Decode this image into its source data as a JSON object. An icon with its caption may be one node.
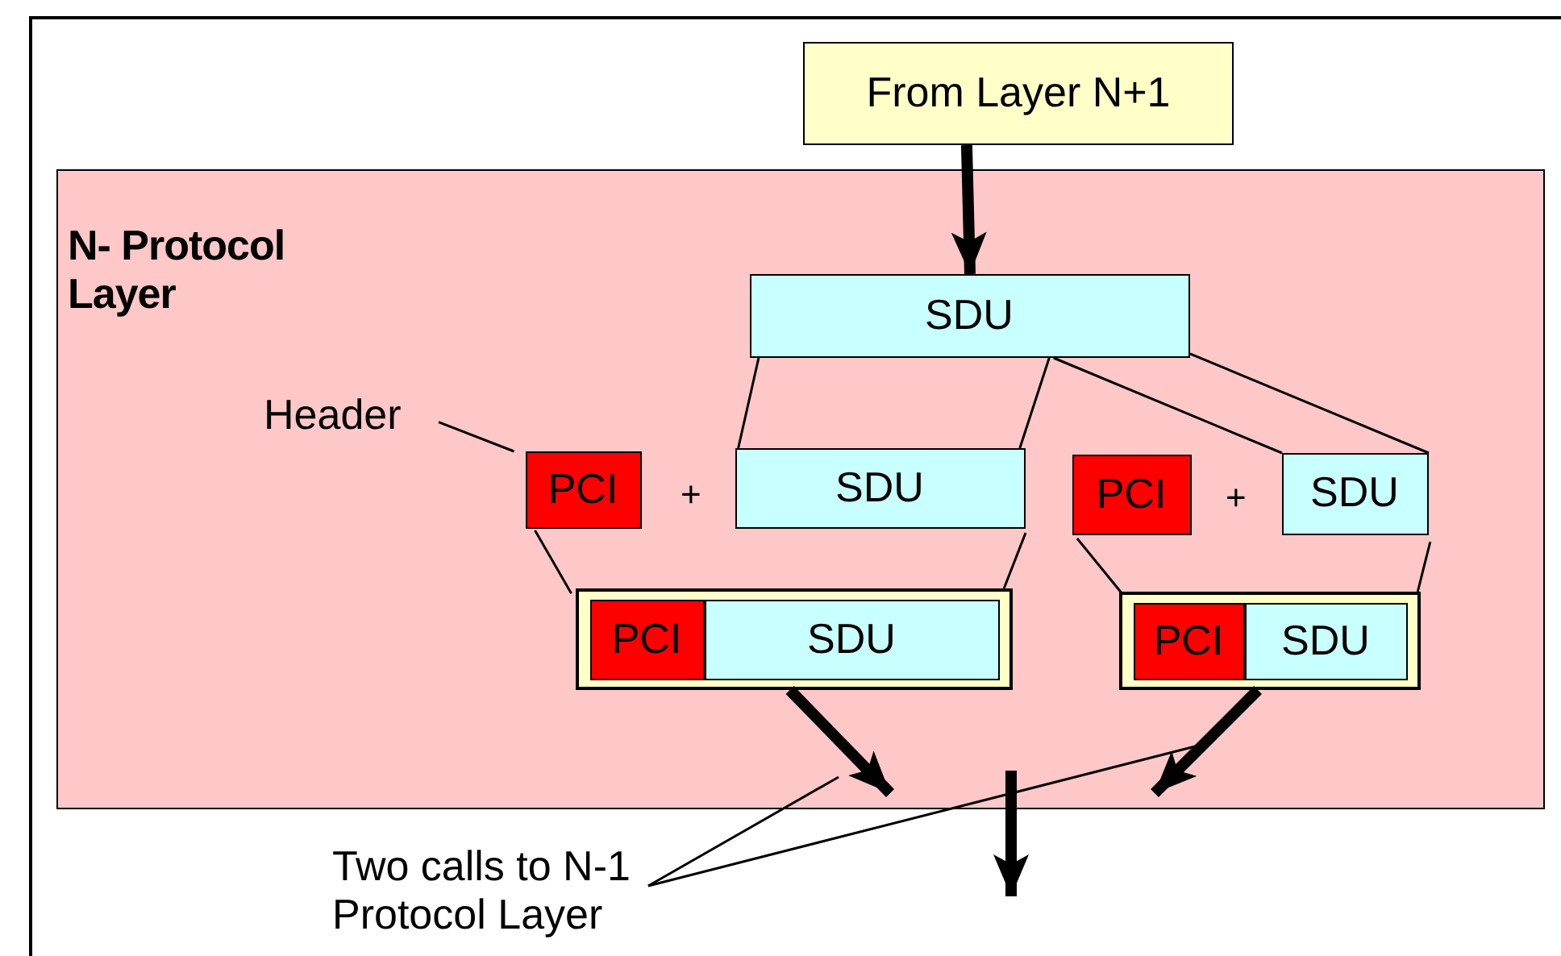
{
  "diagram": {
    "nodes": [
      {
        "text": [
          "From Layer N+1"
        ]
      },
      {
        "text": [
          "N- Protocol Layer"
        ]
      },
      {
        "text": [
          "SDU"
        ],
        "in": 1
      },
      {
        "text": [
          "Header"
        ],
        "in": 1
      },
      {
        "text": [
          "PCI"
        ],
        "in": 1
      },
      {
        "text": [
          "SDU"
        ],
        "in": 1
      },
      {
        "text": [
          "PCI"
        ],
        "in": 1
      },
      {
        "text": [
          "SDU"
        ],
        "in": 1
      },
      {
        "text": [],
        "shape": "box",
        "in": 1
      },
      {
        "text": [
          "PCI"
        ],
        "in": 8
      },
      {
        "text": [
          "SDU"
        ],
        "in": 8
      },
      {
        "text": [],
        "shape": "box",
        "in": 1
      },
      {
        "text": [
          "PCI"
        ],
        "in": 11
      },
      {
        "text": [
          "SDU"
        ],
        "in": 11
      },
      {
        "text": [
          "Two calls to N-1 Protocol Layer"
        ]
      }
    ],
    "edges": [
      {
        "from": 0,
        "to": 2,
        "arrow": "to",
        "style": "thick"
      },
      {
        "from": 2,
        "to": 5,
        "arrow": "none"
      },
      {
        "from": 2,
        "to": 5,
        "arrow": "none"
      },
      {
        "from": 2,
        "to": 7,
        "arrow": "none"
      },
      {
        "from": 2,
        "to": 7,
        "arrow": "none"
      },
      {
        "from": 3,
        "to": 4,
        "arrow": "none"
      },
      {
        "from": 4,
        "to": 8,
        "arrow": "none"
      },
      {
        "from": 5,
        "to": 8,
        "arrow": "none"
      },
      {
        "from": 6,
        "to": 11,
        "arrow": "none"
      },
      {
        "from": 7,
        "to": 11,
        "arrow": "none"
      },
      {
        "from": 8,
        "to": null,
        "arrow": "to",
        "style": "thick"
      },
      {
        "from": 11,
        "to": null,
        "arrow": "to",
        "style": "thick"
      },
      {
        "from": 14,
        "to": null,
        "arrow": "none"
      },
      {
        "from": 14,
        "to": null,
        "arrow": "none"
      }
    ],
    "labels": [
      "+",
      "+"
    ]
  }
}
